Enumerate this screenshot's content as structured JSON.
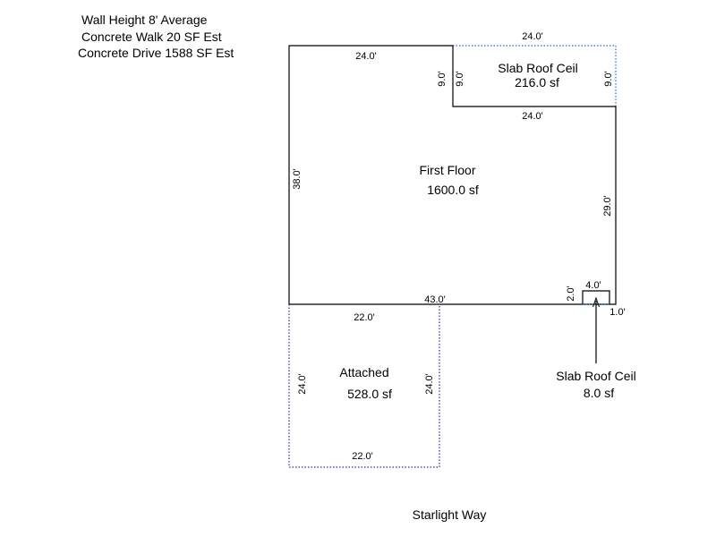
{
  "notes": {
    "wall_height": "Wall Height 8' Average",
    "concrete_walk": "Concrete Walk 20 SF Est",
    "concrete_drive": "Concrete Drive 1588 SF Est"
  },
  "areas": {
    "first_floor": {
      "name": "First Floor",
      "area": "1600.0 sf"
    },
    "slab_roof_main": {
      "name": "Slab Roof Ceil",
      "area": "216.0 sf"
    },
    "attached": {
      "name": "Attached",
      "area": "528.0 sf"
    },
    "slab_roof_small": {
      "name": "Slab Roof Ceil",
      "area": "8.0 sf"
    }
  },
  "dimensions": {
    "ff_top": "24.0'",
    "ff_left": "38.0'",
    "ff_right": "29.0'",
    "ff_bottom": "43.0'",
    "ff_notch": "9.0'",
    "slab_top": "24.0'",
    "slab_left": "9.0'",
    "slab_right": "9.0'",
    "slab_bottom": "24.0'",
    "att_top": "22.0'",
    "att_left": "24.0'",
    "att_right": "24.0'",
    "att_bottom": "22.0'",
    "small_top": "4.0'",
    "small_left": "2.0'",
    "small_right": "1.0'"
  },
  "street": "Starlight Way",
  "colors": {
    "solid_line": "#000000",
    "blue_dotted": "#1a6fd1",
    "purple_dotted": "#2a2aa8"
  }
}
